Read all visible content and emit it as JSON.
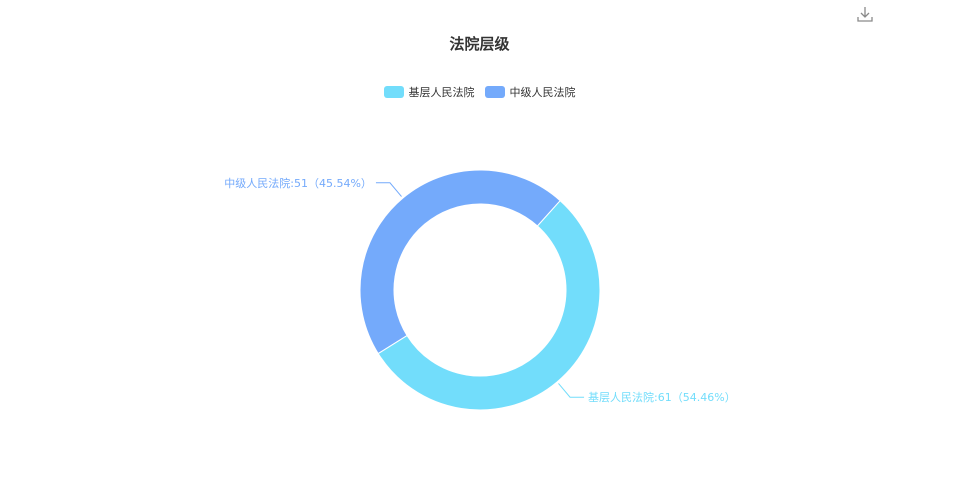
{
  "toolbar": {
    "download_icon": "download-icon"
  },
  "chart_data": {
    "type": "pie",
    "title": "法院层级",
    "donut": true,
    "legend_position": "top-center",
    "slices": [
      {
        "name": "基层人民法院",
        "value": 61,
        "percent": "54.46%",
        "label": "基层人民法院:61（54.46%）",
        "color": "#72DDFB"
      },
      {
        "name": "中级人民法院",
        "value": 51,
        "percent": "45.54%",
        "label": "中级人民法院:51（45.54%）",
        "color": "#74AAFB"
      }
    ]
  }
}
